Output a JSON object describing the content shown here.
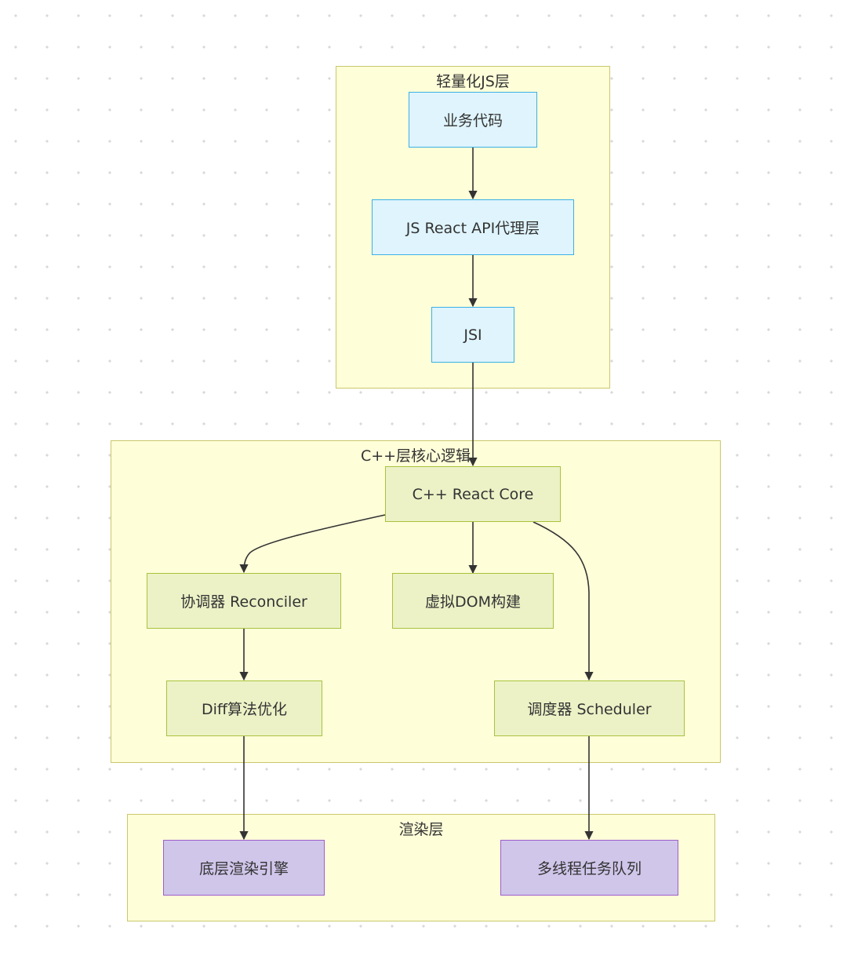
{
  "groups": {
    "js_layer": "轻量化JS层",
    "cpp_layer": "C++层核心逻辑",
    "render_layer": "渲染层"
  },
  "nodes": {
    "business_code": "业务代码",
    "js_react_api_proxy": "JS React API代理层",
    "jsi": "JSI",
    "cpp_react_core": "C++ React Core",
    "reconciler": "协调器 Reconciler",
    "virtual_dom": "虚拟DOM构建",
    "diff_optimization": "Diff算法优化",
    "scheduler": "调度器 Scheduler",
    "render_engine": "底层渲染引擎",
    "multithread_queue": "多线程任务队列"
  },
  "edges": [
    {
      "from": "business_code",
      "to": "js_react_api_proxy"
    },
    {
      "from": "js_react_api_proxy",
      "to": "jsi"
    },
    {
      "from": "jsi",
      "to": "cpp_react_core"
    },
    {
      "from": "cpp_react_core",
      "to": "reconciler"
    },
    {
      "from": "cpp_react_core",
      "to": "virtual_dom"
    },
    {
      "from": "cpp_react_core",
      "to": "scheduler"
    },
    {
      "from": "reconciler",
      "to": "diff_optimization"
    },
    {
      "from": "diff_optimization",
      "to": "render_engine"
    },
    {
      "from": "scheduler",
      "to": "multithread_queue"
    }
  ],
  "colors": {
    "group_fill": "#fefed9",
    "group_border": "#c9c86b",
    "js_node_fill": "#dff4fc",
    "js_node_border": "#3bb0e6",
    "core_node_fill": "#ecf2c6",
    "core_node_border": "#a9c23f",
    "render_node_fill": "#d0c6ea",
    "render_node_border": "#9d5fc9",
    "edge": "#333333"
  }
}
